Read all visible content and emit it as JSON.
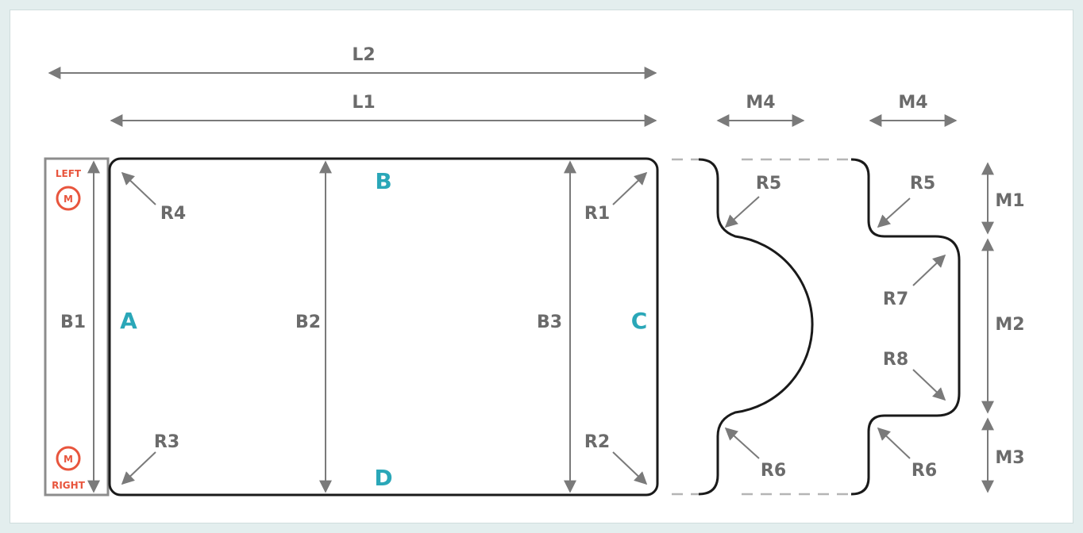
{
  "labels": {
    "L2": "L2",
    "L1": "L1",
    "M4a": "M4",
    "M4b": "M4",
    "M1": "M1",
    "M2": "M2",
    "M3": "M3",
    "B1": "B1",
    "B2": "B2",
    "B3": "B3",
    "R1": "R1",
    "R2": "R2",
    "R3": "R3",
    "R4": "R4",
    "R5a": "R5",
    "R5b": "R5",
    "R6a": "R6",
    "R6b": "R6",
    "R7": "R7",
    "R8": "R8"
  },
  "sides": {
    "A": "A",
    "B": "B",
    "C": "C",
    "D": "D"
  },
  "markers": {
    "left_text": "LEFT",
    "right_text": "RIGHT",
    "left_symbol": "M",
    "right_symbol": "M"
  },
  "colors": {
    "dimension": "#6b6b6b",
    "side_label": "#2aa7b8",
    "marker": "#e8553d",
    "outline": "#1a1a1a"
  }
}
